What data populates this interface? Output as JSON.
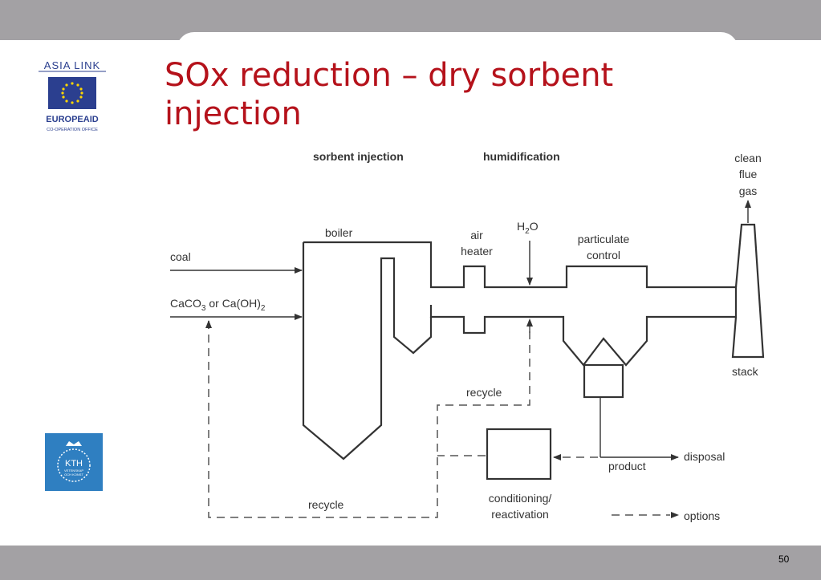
{
  "slide": {
    "title": "SOx reduction – dry sorbent injection",
    "page_number": "50"
  },
  "logos": {
    "asia_link": {
      "top_text": "ASIA LINK",
      "bottom_text": "EUROPEAID",
      "sub_text": "CO-OPERATION OFFICE"
    },
    "kth": {
      "text": "KTH",
      "sub_text_1": "VETENSKAP",
      "sub_text_2": "OCH KONST"
    }
  },
  "diagram": {
    "section_sorbent_injection": "sorbent injection",
    "section_humidification": "humidification",
    "label_clean_flue_gas_1": "clean",
    "label_clean_flue_gas_2": "flue",
    "label_clean_flue_gas_3": "gas",
    "label_boiler": "boiler",
    "label_coal": "coal",
    "label_caco3": "CaCO",
    "label_caco3_sub": "3",
    "label_or": " or Ca(OH)",
    "label_caoh2_sub": "2",
    "label_air_heater_1": "air",
    "label_air_heater_2": "heater",
    "label_h2o": "H",
    "label_h2o_sub": "2",
    "label_h2o_o": "O",
    "label_particulate_1": "particulate",
    "label_particulate_2": "control",
    "label_stack": "stack",
    "label_recycle_upper": "recycle",
    "label_recycle_lower": "recycle",
    "label_product": "product",
    "label_disposal": "disposal",
    "label_conditioning_1": "conditioning/",
    "label_conditioning_2": "reactivation",
    "label_options": "options"
  },
  "colors": {
    "title": "#b5121b",
    "frame": "#a3a1a4",
    "kth_blue": "#2f7fc1",
    "eu_blue": "#2b3f8f"
  }
}
